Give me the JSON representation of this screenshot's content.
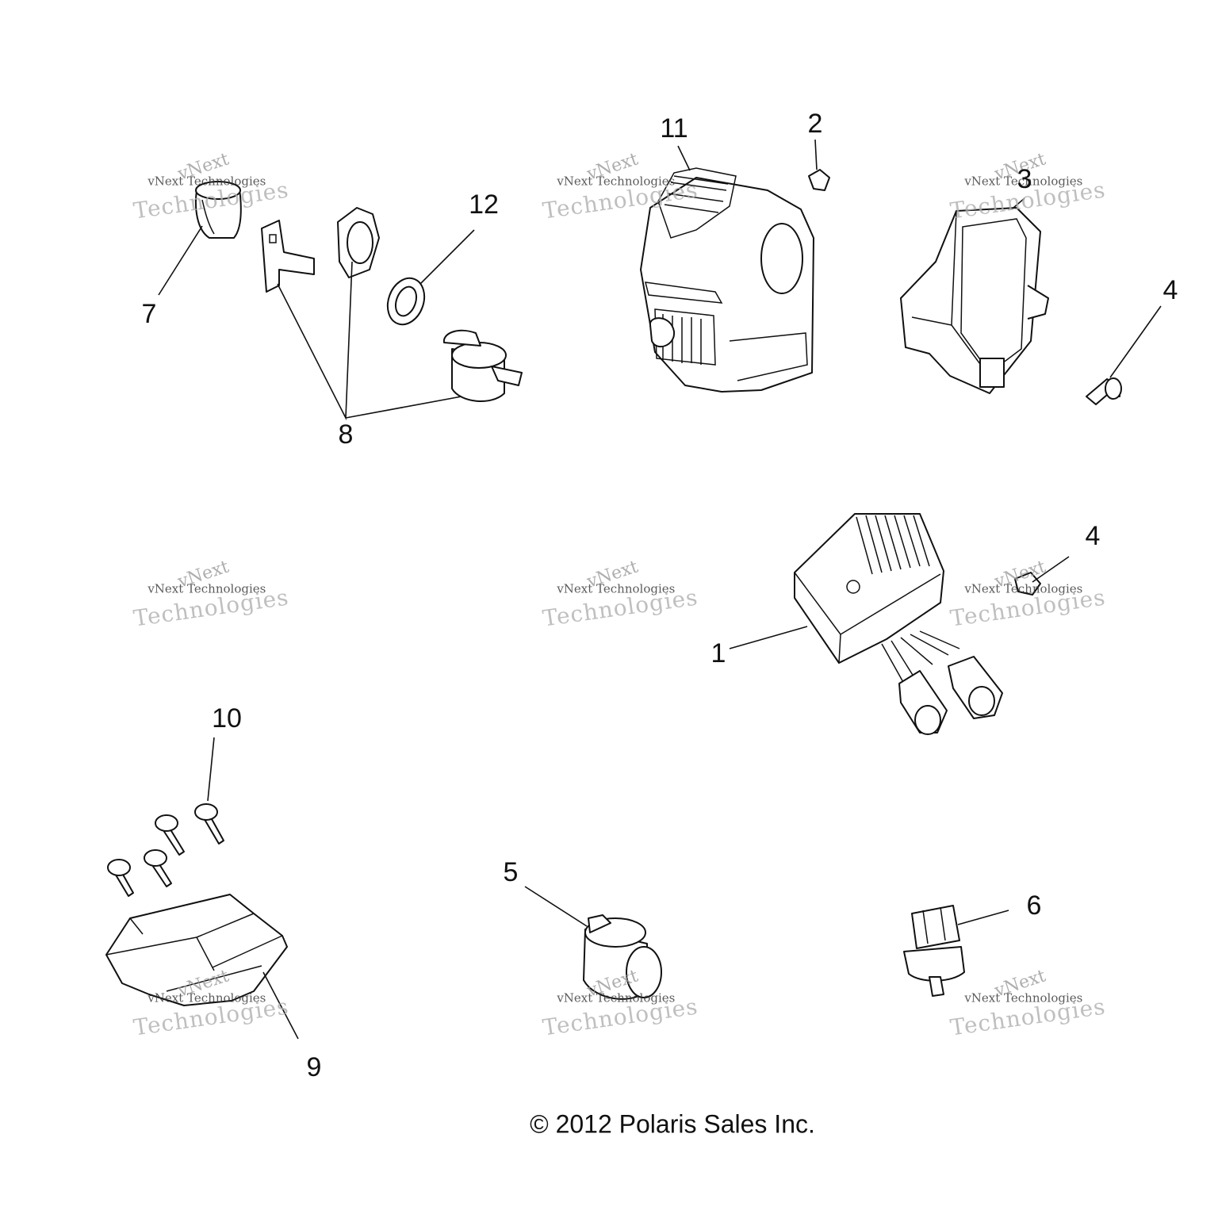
{
  "callouts": {
    "c1": "1",
    "c2": "2",
    "c3": "3",
    "c4a": "4",
    "c4b": "4",
    "c5": "5",
    "c6": "6",
    "c7": "7",
    "c8": "8",
    "c9": "9",
    "c10": "10",
    "c11": "11",
    "c12": "12"
  },
  "watermark": {
    "line1": "vNext",
    "line2": "vNext Technologies",
    "line3": "Technologies"
  },
  "copyright": "© 2012 Polaris Sales Inc."
}
